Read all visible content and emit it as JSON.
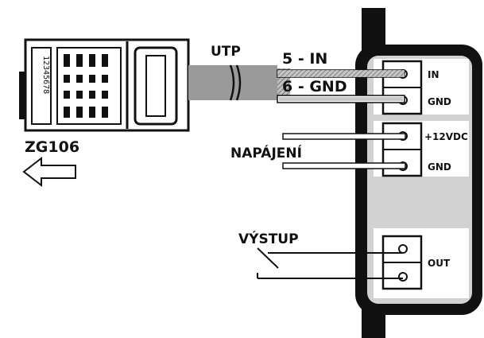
{
  "labels": {
    "cable": "UTP",
    "wire_in": "5 - IN",
    "wire_gnd": "6 - GND",
    "connector_model": "ZG106",
    "power": "NAPÁJENÍ",
    "output": "VÝSTUP",
    "pin_numbers": "12345678"
  },
  "terminals": {
    "block1": [
      "IN",
      "GND"
    ],
    "block2": [
      "+12VDC",
      "GND"
    ],
    "block3": [
      "OUT"
    ]
  },
  "colors": {
    "ink": "#111111",
    "cable_gray": "#9a9a9a",
    "housing_gray": "#c8c8c8"
  }
}
